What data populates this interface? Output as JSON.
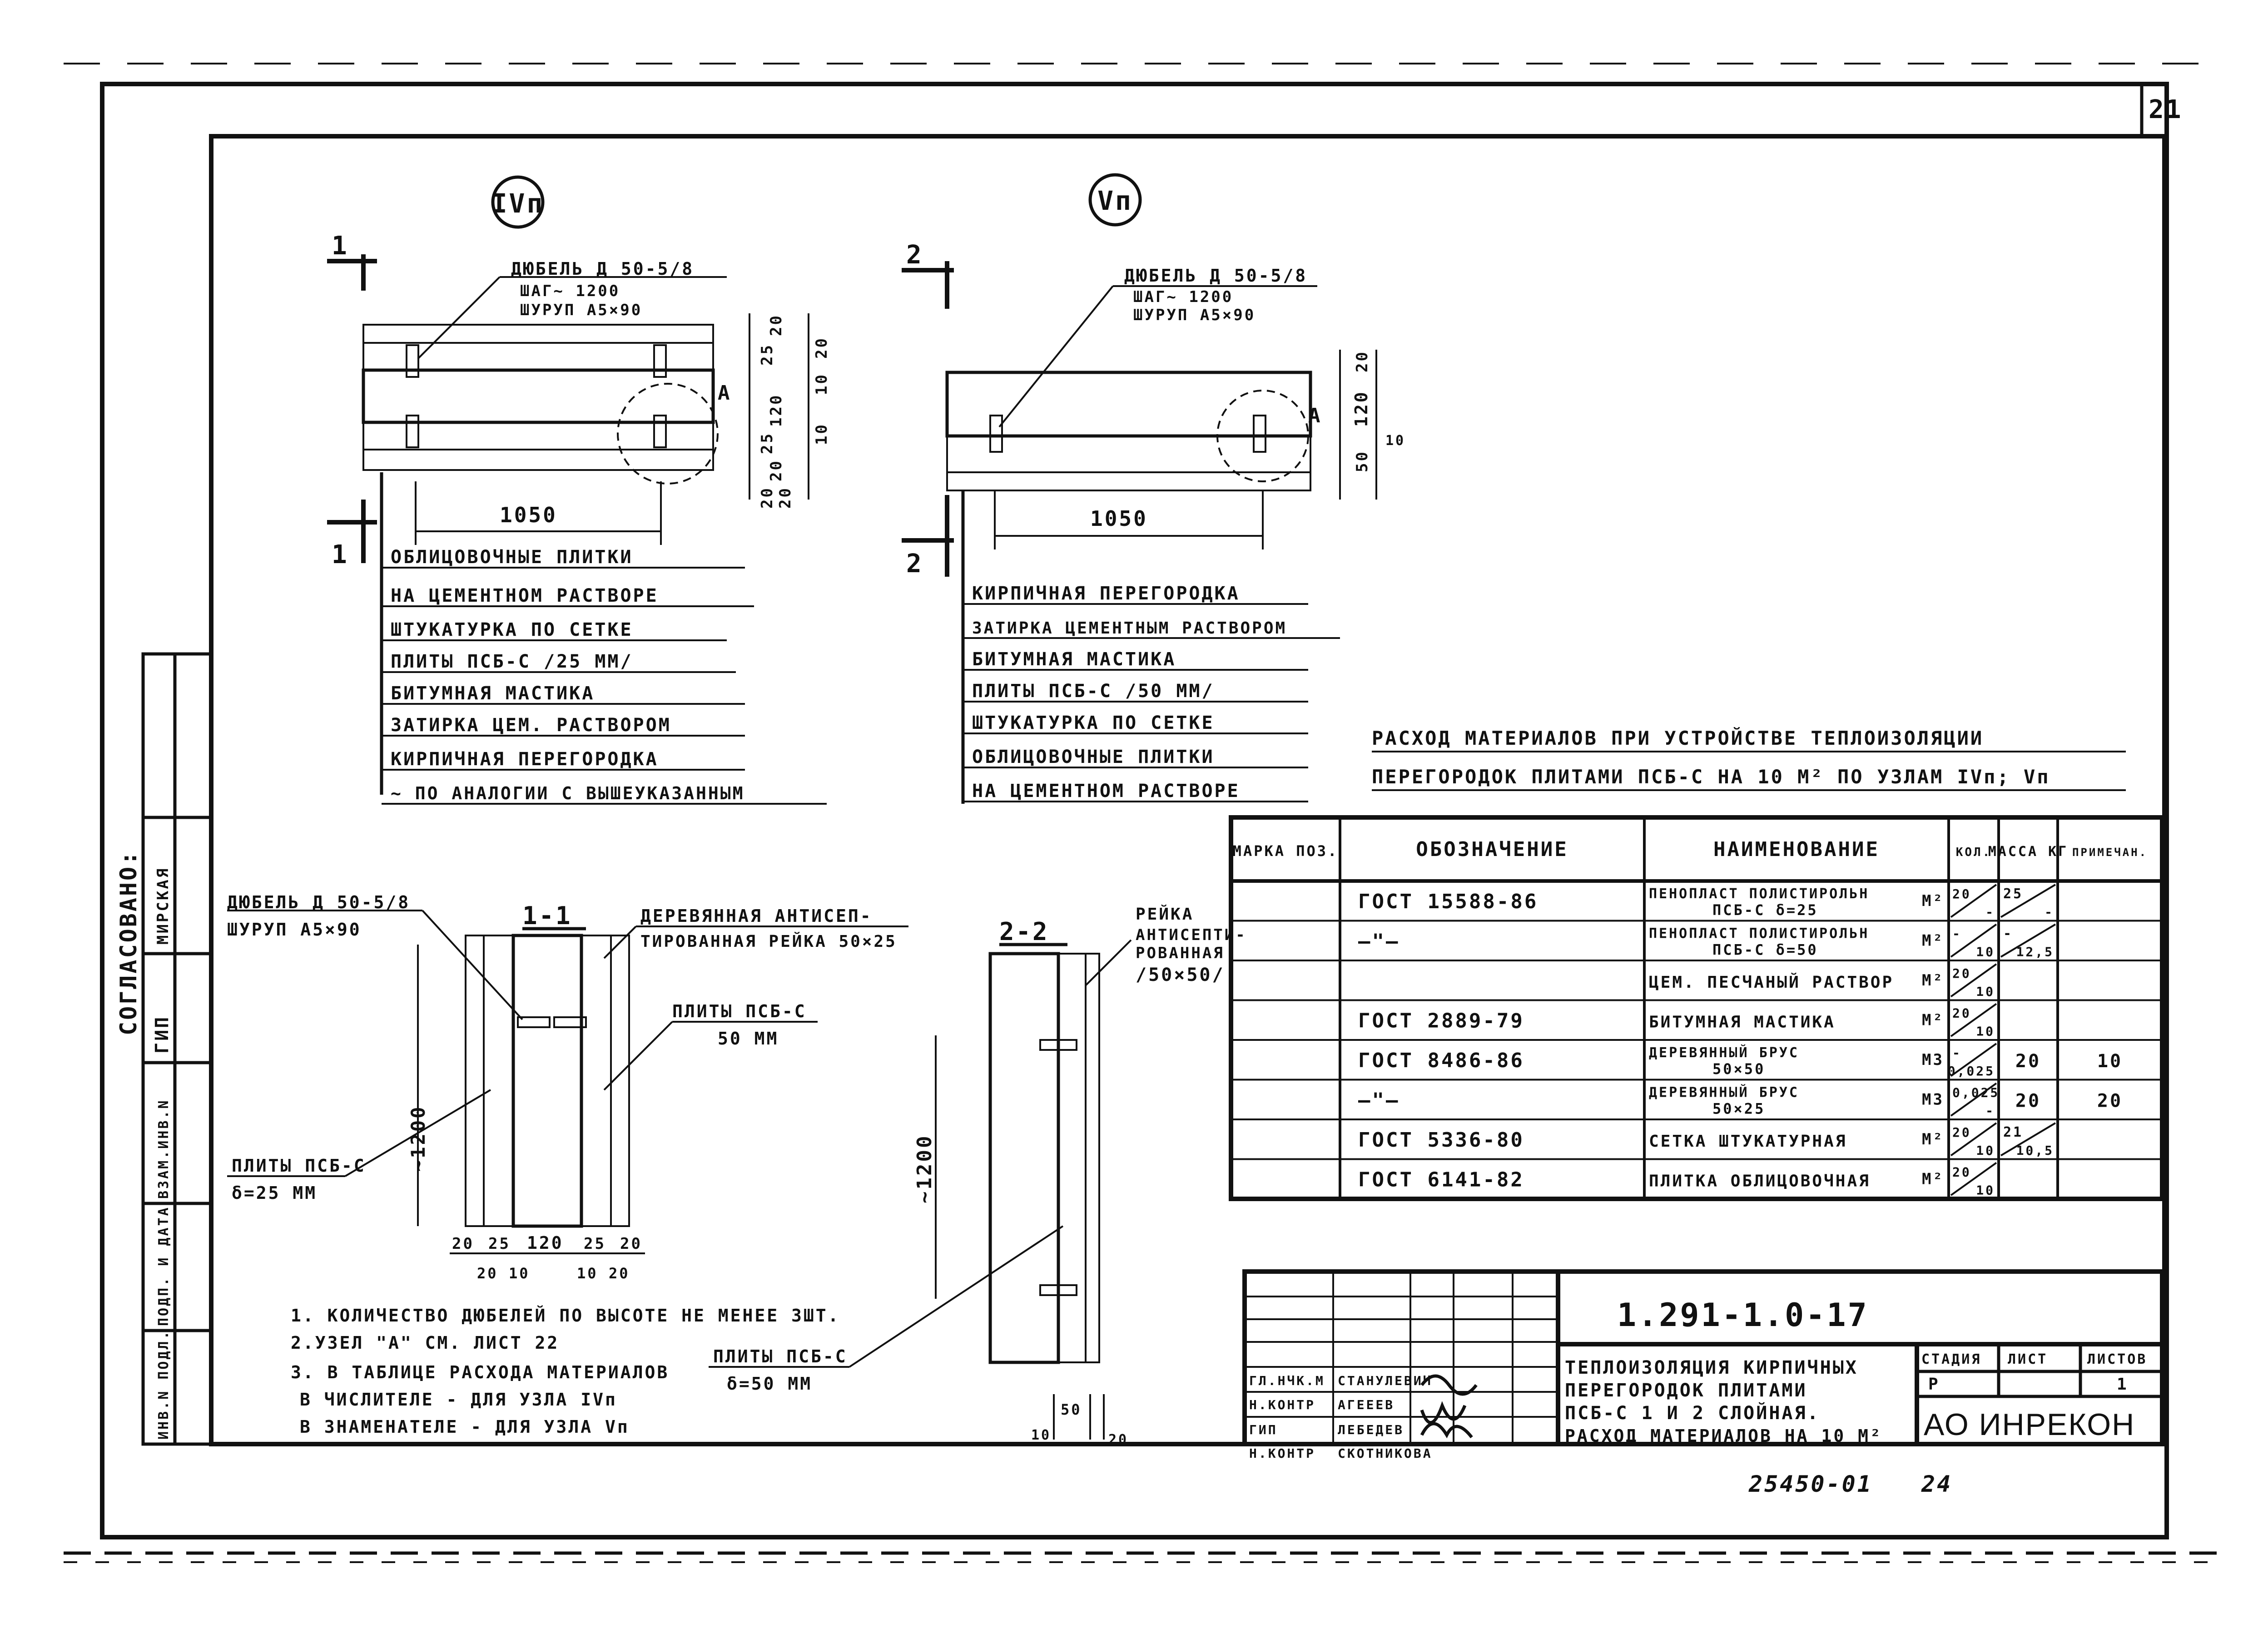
{
  "sheet": {
    "page_number": "21",
    "bottom_numbers": [
      "25450-01",
      "24"
    ]
  },
  "side_stamp": {
    "agreed": "СОГЛАСОВАНО:",
    "rows": [
      "МИРСКАЯ",
      "ГИП"
    ],
    "columns": [
      "ВЗАМ.ИНВ.N",
      "ПОДП. И ДАТА",
      "ИНВ.N ПОДЛ."
    ]
  },
  "node_4": {
    "marker": "IVп",
    "section_marks": [
      "1",
      "1"
    ],
    "dowel_lines": [
      "ДЮБЕЛЬ Д 50-5/8",
      "ШАГ~ 1200",
      "ШУРУП А5×90"
    ],
    "dim_span": "1050",
    "dims_right": [
      "20",
      "25",
      "20",
      "10",
      "120",
      "10",
      "25",
      "20",
      "20",
      "20"
    ],
    "callout": "А",
    "layers": [
      "ОБЛИЦОВОЧНЫЕ ПЛИТКИ",
      "НА ЦЕМЕНТНОМ РАСТВОРЕ",
      "ШТУКАТУРКА ПО СЕТКЕ",
      "ПЛИТЫ ПСБ-С /25 ММ/",
      "БИТУМНАЯ МАСТИКА",
      "ЗАТИРКА ЦЕМ. РАСТВОРОМ",
      "КИРПИЧНАЯ ПЕРЕГОРОДКА",
      "~ ПО АНАЛОГИИ С ВЫШЕУКАЗАННЫМ"
    ]
  },
  "node_5": {
    "marker": "Vп",
    "section_marks": [
      "2",
      "2"
    ],
    "dowel_lines": [
      "ДЮБЕЛЬ Д 50-5/8",
      "ШАГ~ 1200",
      "ШУРУП А5×90"
    ],
    "dim_span": "1050",
    "dims_right": [
      "20",
      "120",
      "50",
      "10"
    ],
    "callout": "А",
    "layers": [
      "КИРПИЧНАЯ ПЕРЕГОРОДКА",
      "ЗАТИРКА ЦЕМЕНТНЫМ РАСТВОРОМ",
      "БИТУМНАЯ МАСТИКА",
      "ПЛИТЫ ПСБ-С /50 ММ/",
      "ШТУКАТУРКА ПО СЕТКЕ",
      "ОБЛИЦОВОЧНЫЕ ПЛИТКИ",
      "НА ЦЕМЕНТНОМ РАСТВОРЕ"
    ]
  },
  "section_1": {
    "title": "1-1",
    "dowel": [
      "ДЮБЕЛЬ Д 50-5/8",
      "ШУРУП А5×90"
    ],
    "batten": [
      "ДЕРЕВЯННАЯ АНТИСЕП-",
      "ТИРОВАННАЯ РЕЙКА 50×25"
    ],
    "plates_50": [
      "ПЛИТЫ ПСБ-С",
      "50 ММ"
    ],
    "plates_25": [
      "ПЛИТЫ ПСБ-С",
      "δ=25 ММ"
    ],
    "height": "~1200",
    "dims_top_row": [
      "20",
      "25",
      "120",
      "25",
      "20"
    ],
    "dims_bottom_row": [
      "20",
      "10",
      "10",
      "20"
    ]
  },
  "section_2": {
    "title": "2-2",
    "batten": [
      "РЕЙКА",
      "АНТИСЕПТИ-",
      "РОВАННАЯ",
      "/50×50/"
    ],
    "plates": [
      "ПЛИТЫ ПСБ-С",
      "δ=50 ММ"
    ],
    "height": "~1200",
    "dims": [
      "50",
      "10",
      "20"
    ]
  },
  "notes": [
    "1. КОЛИЧЕСТВО ДЮБЕЛЕЙ ПО ВЫСОТЕ НЕ МЕНЕЕ 3ШТ.",
    "2.УЗЕЛ \"А\" СМ. ЛИСТ 22",
    "3. В ТАБЛИЦЕ РАСХОДА МАТЕРИАЛОВ",
    "В ЧИСЛИТЕЛЕ - ДЛЯ УЗЛА IVп",
    "В ЗНАМЕНАТЕЛЕ - ДЛЯ УЗЛА Vп"
  ],
  "consumption": {
    "title_lines": [
      "РАСХОД МАТЕРИАЛОВ ПРИ УСТРОЙСТВЕ ТЕПЛОИЗОЛЯЦИИ",
      "ПЕРЕГОРОДОК ПЛИТАМИ ПСБ-С НА 10 М² ПО УЗЛАМ IVп; Vп"
    ],
    "headers": [
      "МАРКА ПОЗ.",
      "ОБОЗНАЧЕНИЕ",
      "НАИМЕНОВАНИЕ",
      "КОЛ.",
      "МАССА КГ",
      "ПРИМЕЧАН."
    ],
    "rows": [
      {
        "mark": "",
        "designation": "ГОСТ 15588-86",
        "name1": "ПЕНОПЛАСТ ПОЛИСТИРОЛЬН",
        "name2": "ПСБ-С δ=25",
        "unit": "М²",
        "qty_num": "20",
        "qty_den": "-",
        "mass_num": "25",
        "mass_den": "-",
        "note": ""
      },
      {
        "mark": "",
        "designation": "—\"—",
        "name1": "ПЕНОПЛАСТ ПОЛИСТИРОЛЬН",
        "name2": "ПСБ-С δ=50",
        "unit": "М²",
        "qty_num": "-",
        "qty_den": "10",
        "mass_num": "-",
        "mass_den": "12,5",
        "note": ""
      },
      {
        "mark": "",
        "designation": "",
        "name1": "ЦЕМ. ПЕСЧАНЫЙ РАСТВОР",
        "name2": "",
        "unit": "М²",
        "qty_num": "20",
        "qty_den": "10",
        "mass_num": "",
        "mass_den": "",
        "note": ""
      },
      {
        "mark": "",
        "designation": "ГОСТ 2889-79",
        "name1": "БИТУМНАЯ МАСТИКА",
        "name2": "",
        "unit": "М²",
        "qty_num": "20",
        "qty_den": "10",
        "mass_num": "",
        "mass_den": "",
        "note": ""
      },
      {
        "mark": "",
        "designation": "ГОСТ 8486-86",
        "name1": "ДЕРЕВЯННЫЙ БРУС",
        "name2": "50×50",
        "unit": "М3",
        "qty_num": "-",
        "qty_den": "0,025",
        "mass_num": "20",
        "mass_den": "",
        "note": "10"
      },
      {
        "mark": "",
        "designation": "—\"—",
        "name1": "ДЕРЕВЯННЫЙ БРУС",
        "name2": "50×25",
        "unit": "М3",
        "qty_num": "0,025",
        "qty_den": "-",
        "mass_num": "20",
        "mass_den": "",
        "note": "20"
      },
      {
        "mark": "",
        "designation": "ГОСТ 5336-80",
        "name1": "СЕТКА ШТУКАТУРНАЯ",
        "name2": "",
        "unit": "М²",
        "qty_num": "20",
        "qty_den": "10",
        "mass_num": "21",
        "mass_den": "10,5",
        "note": ""
      },
      {
        "mark": "",
        "designation": "ГОСТ 6141-82",
        "name1": "ПЛИТКА ОБЛИЦОВОЧНАЯ",
        "name2": "",
        "unit": "М²",
        "qty_num": "20",
        "qty_den": "10",
        "mass_num": "",
        "mass_den": "",
        "note": ""
      }
    ]
  },
  "title_block": {
    "code": "1.291-1.0-17",
    "title_lines": [
      "ТЕПЛОИЗОЛЯЦИЯ КИРПИЧНЫХ",
      "ПЕРЕГОРОДОК ПЛИТАМИ",
      "ПСБ-С 1 И 2 СЛОЙНАЯ.",
      "РАСХОД МАТЕРИАЛОВ НА 10 М²"
    ],
    "stage_headers": [
      "СТАДИЯ",
      "ЛИСТ",
      "ЛИСТОВ"
    ],
    "stage_values": [
      "Р",
      "",
      "1"
    ],
    "company": "АО ИНРЕКОН",
    "signers": [
      {
        "role": "ГЛ.НЧК.М",
        "name": "СТАНУЛЕВИЧ"
      },
      {
        "role": "Н.КОНТР",
        "name": "АГЕЕЕВ"
      },
      {
        "role": "ГИП",
        "name": "ЛЕБЕДЕВ"
      },
      {
        "role": "Н.КОНТР",
        "name": "СКОТНИКОВА"
      }
    ]
  }
}
